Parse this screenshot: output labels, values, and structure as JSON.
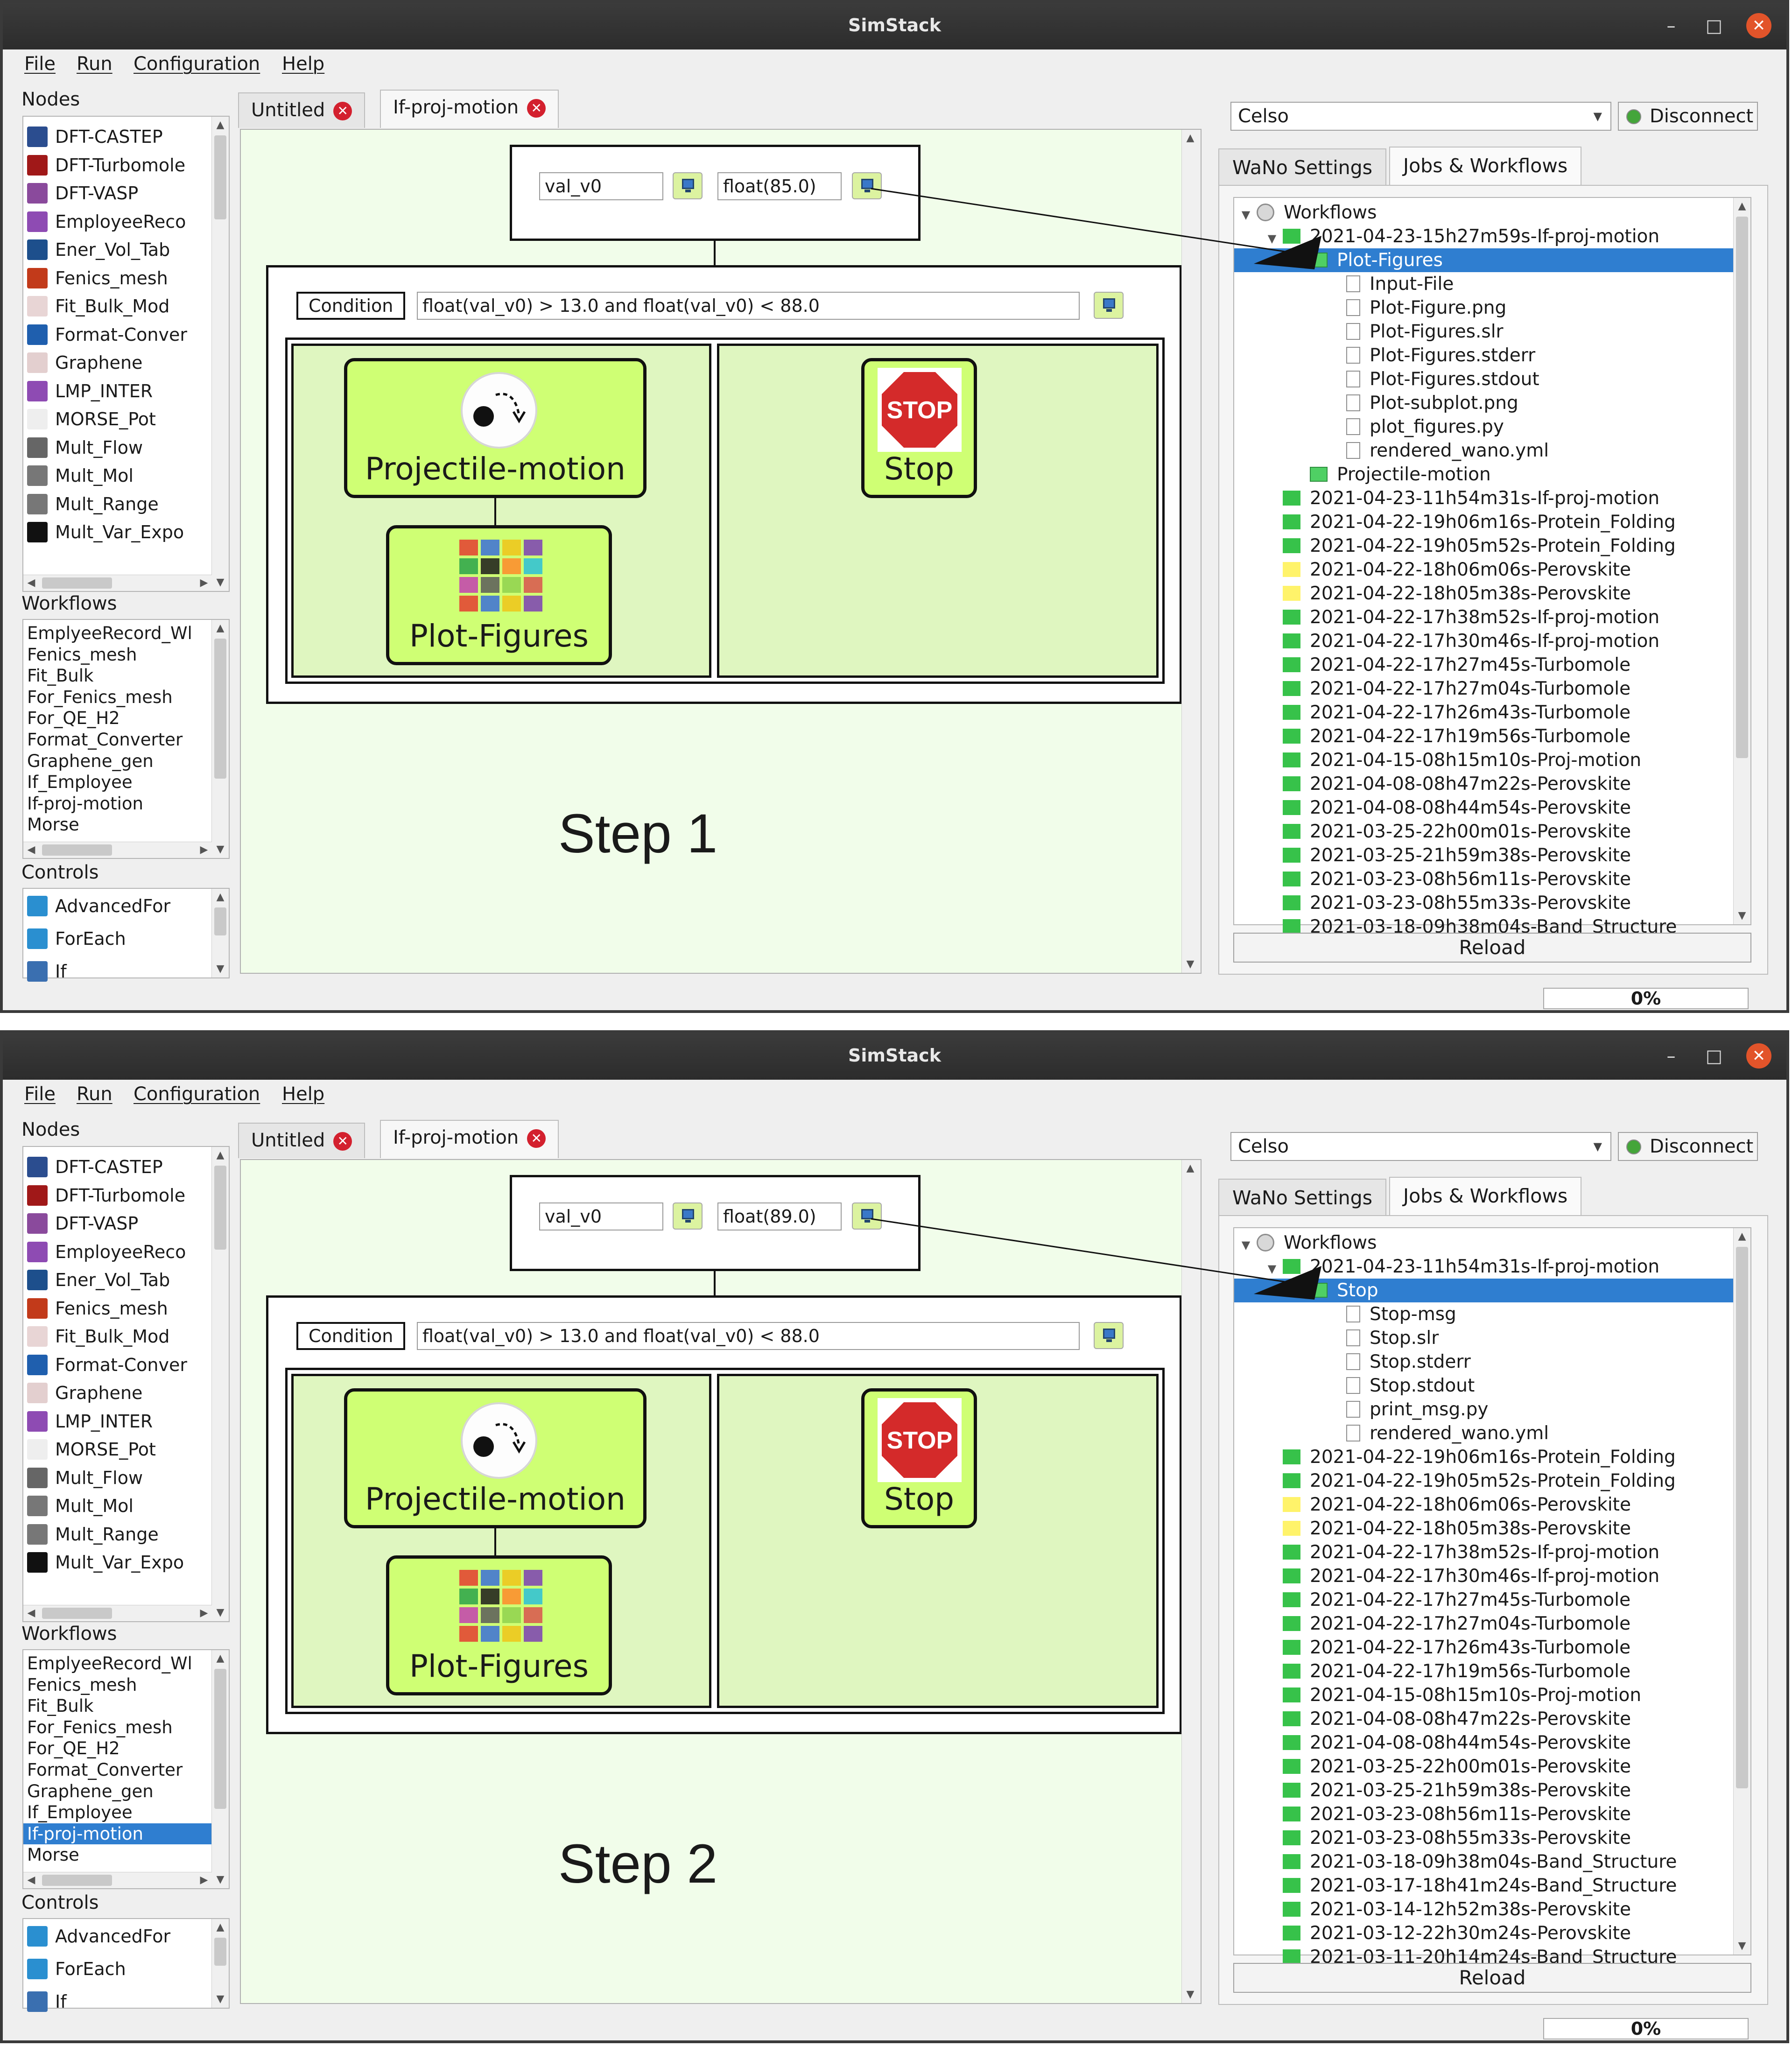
{
  "app_title": "SimStack",
  "window_controls": {
    "minimize": "–",
    "maximize": "□",
    "close": "✕"
  },
  "menu": [
    "File",
    "Run",
    "Configuration",
    "Help"
  ],
  "sections": {
    "nodes": "Nodes",
    "workflows": "Workflows",
    "controls": "Controls"
  },
  "nodes": [
    {
      "label": "DFT-CASTEP",
      "icon": "castep-icon"
    },
    {
      "label": "DFT-Turbomole",
      "icon": "turbomole-icon"
    },
    {
      "label": "DFT-VASP",
      "icon": "vasp-icon"
    },
    {
      "label": "EmployeeReco",
      "icon": "monitor-icon"
    },
    {
      "label": "Ener_Vol_Tab",
      "icon": "python-icon"
    },
    {
      "label": "Fenics_mesh",
      "icon": "fenics-icon"
    },
    {
      "label": "Fit_Bulk_Mod",
      "icon": "fit-icon"
    },
    {
      "label": "Format-Conver",
      "icon": "format-icon"
    },
    {
      "label": "Graphene",
      "icon": "graphene-icon"
    },
    {
      "label": "LMP_INTER",
      "icon": "monitor-icon"
    },
    {
      "label": "MORSE_Pot",
      "icon": "morse-icon"
    },
    {
      "label": "Mult_Flow",
      "icon": "flow-icon"
    },
    {
      "label": "Mult_Mol",
      "icon": "atom-icon"
    },
    {
      "label": "Mult_Range",
      "icon": "atom-icon"
    },
    {
      "label": "Mult_Var_Expo",
      "icon": "infinity-icon"
    }
  ],
  "workflows": [
    "EmplyeeRecord_Wl",
    "Fenics_mesh",
    "Fit_Bulk",
    "For_Fenics_mesh",
    "For_QE_H2",
    "Format_Converter",
    "Graphene_gen",
    "If_Employee",
    "If-proj-motion",
    "Morse"
  ],
  "controls": [
    {
      "label": "AdvancedFor",
      "icon": "advancedfor-icon"
    },
    {
      "label": "ForEach",
      "icon": "foreach-icon"
    },
    {
      "label": "If",
      "icon": "if-icon"
    }
  ],
  "tabs": [
    "Untitled",
    "If-proj-motion"
  ],
  "canvas": {
    "var_name": "val_v0",
    "condition_label": "Condition",
    "condition_expr": "float(val_v0) > 13.0 and float(val_v0) < 88.0",
    "node_projectile": "Projectile-motion",
    "node_plot": "Plot-Figures",
    "node_stop": "Stop",
    "stop_sign_text": "STOP"
  },
  "server": {
    "name": "Celso",
    "disconnect": "Disconnect"
  },
  "right_tabs": [
    "WaNo Settings",
    "Jobs & Workflows"
  ],
  "reload": "Reload",
  "progress": "0%",
  "step1": {
    "step_label": "Step 1",
    "var_value": "float(85.0)",
    "tree": {
      "root": "Workflows",
      "expanded": "2021-04-23-15h27m59s-If-proj-motion",
      "selected": "Plot-Figures",
      "files": [
        "Input-File",
        "Plot-Figure.png",
        "Plot-Figures.slr",
        "Plot-Figures.stderr",
        "Plot-Figures.stdout",
        "Plot-subplot.png",
        "plot_figures.py",
        "rendered_wano.yml"
      ],
      "sibling": "Projectile-motion",
      "runs": [
        {
          "name": "2021-04-23-11h54m31s-If-proj-motion",
          "status": "green"
        },
        {
          "name": "2021-04-22-19h06m16s-Protein_Folding",
          "status": "green"
        },
        {
          "name": "2021-04-22-19h05m52s-Protein_Folding",
          "status": "green"
        },
        {
          "name": "2021-04-22-18h06m06s-Perovskite",
          "status": "yellow"
        },
        {
          "name": "2021-04-22-18h05m38s-Perovskite",
          "status": "yellow"
        },
        {
          "name": "2021-04-22-17h38m52s-If-proj-motion",
          "status": "green"
        },
        {
          "name": "2021-04-22-17h30m46s-If-proj-motion",
          "status": "green"
        },
        {
          "name": "2021-04-22-17h27m45s-Turbomole",
          "status": "green"
        },
        {
          "name": "2021-04-22-17h27m04s-Turbomole",
          "status": "green"
        },
        {
          "name": "2021-04-22-17h26m43s-Turbomole",
          "status": "green"
        },
        {
          "name": "2021-04-22-17h19m56s-Turbomole",
          "status": "green"
        },
        {
          "name": "2021-04-15-08h15m10s-Proj-motion",
          "status": "green"
        },
        {
          "name": "2021-04-08-08h47m22s-Perovskite",
          "status": "green"
        },
        {
          "name": "2021-04-08-08h44m54s-Perovskite",
          "status": "green"
        },
        {
          "name": "2021-03-25-22h00m01s-Perovskite",
          "status": "green"
        },
        {
          "name": "2021-03-25-21h59m38s-Perovskite",
          "status": "green"
        },
        {
          "name": "2021-03-23-08h56m11s-Perovskite",
          "status": "green"
        },
        {
          "name": "2021-03-23-08h55m33s-Perovskite",
          "status": "green"
        },
        {
          "name": "2021-03-18-09h38m04s-Band_Structure",
          "status": "green"
        }
      ]
    }
  },
  "step2": {
    "step_label": "Step 2",
    "var_value": "float(89.0)",
    "tree": {
      "root": "Workflows",
      "expanded": "2021-04-23-11h54m31s-If-proj-motion",
      "selected": "Stop",
      "files": [
        "Stop-msg",
        "Stop.slr",
        "Stop.stderr",
        "Stop.stdout",
        "print_msg.py",
        "rendered_wano.yml"
      ],
      "runs": [
        {
          "name": "2021-04-22-19h06m16s-Protein_Folding",
          "status": "green"
        },
        {
          "name": "2021-04-22-19h05m52s-Protein_Folding",
          "status": "green"
        },
        {
          "name": "2021-04-22-18h06m06s-Perovskite",
          "status": "yellow"
        },
        {
          "name": "2021-04-22-18h05m38s-Perovskite",
          "status": "yellow"
        },
        {
          "name": "2021-04-22-17h38m52s-If-proj-motion",
          "status": "green"
        },
        {
          "name": "2021-04-22-17h30m46s-If-proj-motion",
          "status": "green"
        },
        {
          "name": "2021-04-22-17h27m45s-Turbomole",
          "status": "green"
        },
        {
          "name": "2021-04-22-17h27m04s-Turbomole",
          "status": "green"
        },
        {
          "name": "2021-04-22-17h26m43s-Turbomole",
          "status": "green"
        },
        {
          "name": "2021-04-22-17h19m56s-Turbomole",
          "status": "green"
        },
        {
          "name": "2021-04-15-08h15m10s-Proj-motion",
          "status": "green"
        },
        {
          "name": "2021-04-08-08h47m22s-Perovskite",
          "status": "green"
        },
        {
          "name": "2021-04-08-08h44m54s-Perovskite",
          "status": "green"
        },
        {
          "name": "2021-03-25-22h00m01s-Perovskite",
          "status": "green"
        },
        {
          "name": "2021-03-25-21h59m38s-Perovskite",
          "status": "green"
        },
        {
          "name": "2021-03-23-08h56m11s-Perovskite",
          "status": "green"
        },
        {
          "name": "2021-03-23-08h55m33s-Perovskite",
          "status": "green"
        },
        {
          "name": "2021-03-18-09h38m04s-Band_Structure",
          "status": "green"
        },
        {
          "name": "2021-03-17-18h41m24s-Band_Structure",
          "status": "green"
        },
        {
          "name": "2021-03-14-12h52m38s-Perovskite",
          "status": "green"
        },
        {
          "name": "2021-03-12-22h30m24s-Perovskite",
          "status": "green"
        },
        {
          "name": "2021-03-11-20h14m24s-Band_Structure",
          "status": "green"
        }
      ]
    }
  },
  "colors": {
    "node_fill": "#cfff74",
    "canvas_bg": "#f1fdea",
    "lane_bg": "#dff6c0",
    "selection": "#2f7ed0",
    "run_ok": "#37c24a",
    "run_pending": "#fff36a",
    "stop_red": "#d42a2a"
  }
}
